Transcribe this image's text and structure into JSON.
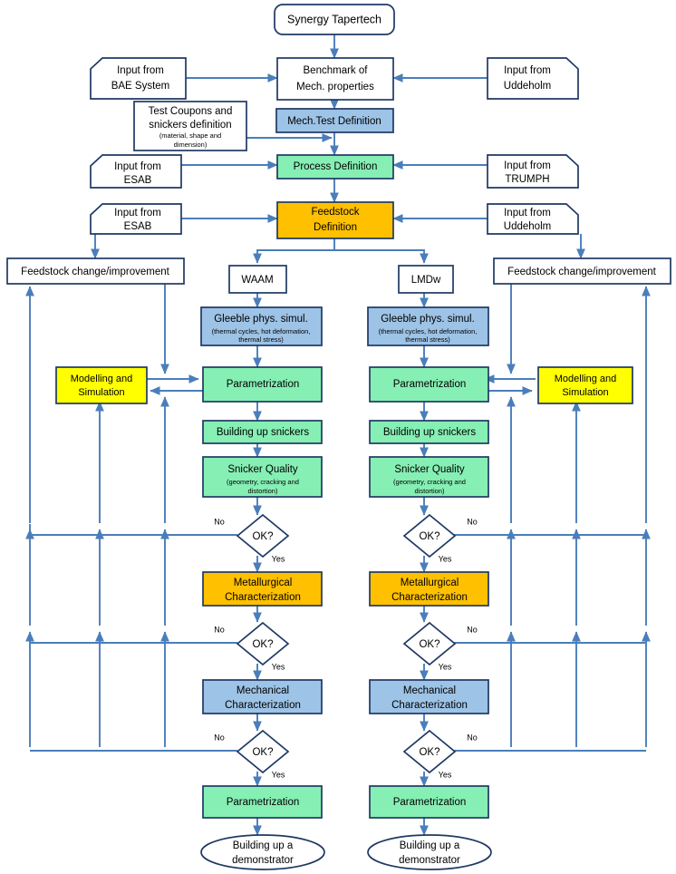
{
  "diagram": {
    "title": "Synergy Tapertech process flowchart",
    "colors": {
      "blue_fill": "#9DC3E6",
      "green_fill": "#86EFB4",
      "orange_fill": "#FFC000",
      "yellow_fill": "#FFFF00",
      "white_fill": "#FFFFFF",
      "line": "#4A7EBB",
      "border": "#2F5597",
      "border_dark": "#1F3864",
      "background": "#FFFFFF"
    }
  },
  "nodes": {
    "root": {
      "label": "Synergy Tapertech",
      "shape": "rounded",
      "fill": "#FFFFFF"
    },
    "benchmark": {
      "line1": "Benchmark of",
      "line2": "Mech. properties",
      "shape": "rect",
      "fill": "#FFFFFF"
    },
    "input_bae": {
      "line1": "Input from",
      "line2": "BAE System",
      "shape": "pennant-left",
      "fill": "#FFFFFF"
    },
    "input_uddeholm_top": {
      "line1": "Input from",
      "line2": "Uddeholm",
      "shape": "pennant-right",
      "fill": "#FFFFFF"
    },
    "test_coupons": {
      "line1": "Test Coupons and",
      "line2": "snickers definition",
      "line3": "(material, shape and",
      "line4": "dimension)",
      "shape": "rect",
      "fill": "#FFFFFF"
    },
    "mech_test_def": {
      "label": "Mech.Test Definition",
      "shape": "rect",
      "fill": "#9DC3E6"
    },
    "input_esab_process": {
      "line1": "Input from",
      "line2": "ESAB",
      "shape": "pennant-left",
      "fill": "#FFFFFF"
    },
    "process_def": {
      "label": "Process Definition",
      "shape": "rect",
      "fill": "#86EFB4"
    },
    "input_trumph": {
      "line1": "Input from",
      "line2": "TRUMPH",
      "shape": "pennant-right",
      "fill": "#FFFFFF"
    },
    "input_esab_feedstock": {
      "line1": "Input from",
      "line2": "ESAB",
      "shape": "pennant-left",
      "fill": "#FFFFFF"
    },
    "feedstock_def": {
      "line1": "Feedstock",
      "line2": "Definition",
      "shape": "rect",
      "fill": "#FFC000"
    },
    "input_uddeholm_feedstock": {
      "line1": "Input from",
      "line2": "Uddeholm",
      "shape": "pennant-right",
      "fill": "#FFFFFF"
    },
    "feedstock_change_left": {
      "label": "Feedstock change/improvement",
      "shape": "rect",
      "fill": "#FFFFFF"
    },
    "feedstock_change_right": {
      "label": "Feedstock change/improvement",
      "shape": "rect",
      "fill": "#FFFFFF"
    },
    "waam": {
      "label": "WAAM",
      "shape": "rect",
      "fill": "#FFFFFF"
    },
    "lmdw": {
      "label": "LMDw",
      "shape": "rect",
      "fill": "#FFFFFF"
    },
    "gleeble": {
      "line1": "Gleeble phys. simul.",
      "line2": "(thermal cycles, hot deformation,",
      "line3": "thermal stress)",
      "shape": "rect",
      "fill": "#9DC3E6"
    },
    "parametrization": {
      "label": "Parametrization",
      "shape": "rect",
      "fill": "#86EFB4"
    },
    "modelling": {
      "line1": "Modelling and",
      "line2": "Simulation",
      "shape": "rect",
      "fill": "#FFFF00"
    },
    "building_snickers": {
      "label": "Building up snickers",
      "shape": "rect",
      "fill": "#86EFB4"
    },
    "snicker_quality": {
      "line1": "Snicker Quality",
      "line2": "(geometry, cracking and",
      "line3": "distortion)",
      "shape": "rect",
      "fill": "#86EFB4"
    },
    "decision": {
      "label": "OK?",
      "shape": "diamond",
      "fill": "#FFFFFF"
    },
    "metallurgical": {
      "line1": "Metallurgical",
      "line2": "Characterization",
      "shape": "rect",
      "fill": "#FFC000"
    },
    "mechanical": {
      "line1": "Mechanical",
      "line2": "Characterization",
      "shape": "rect",
      "fill": "#9DC3E6"
    },
    "demonstrator": {
      "line1": "Building up a",
      "line2": "demonstrator",
      "shape": "ellipse",
      "fill": "#FFFFFF"
    }
  },
  "edge_labels": {
    "yes": "Yes",
    "no": "No"
  },
  "branches": [
    {
      "name": "WAAM",
      "column": "left"
    },
    {
      "name": "LMDw",
      "column": "right"
    }
  ]
}
